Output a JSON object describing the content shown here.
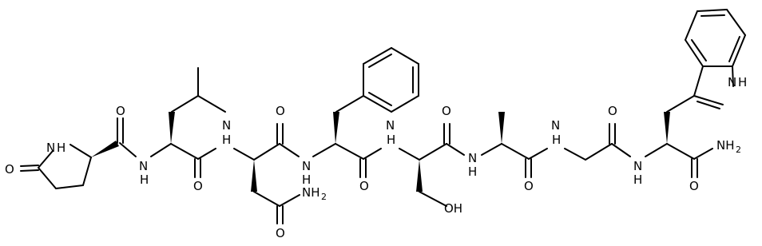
{
  "labels": {
    "o_lactam": "O",
    "nh_ring": "N",
    "h_ring": "H",
    "o_1": "O",
    "n_1": "N",
    "h_1": "H",
    "o_2": "O",
    "n_2": "N",
    "h_2": "H",
    "o_3": "O",
    "nh2_asn": "NH",
    "sub2_asn": "2",
    "o_asn": "O",
    "n_3": "N",
    "h_3": "H",
    "o_4": "O",
    "n_4": "N",
    "h_4": "H",
    "o_5": "O",
    "oh_ser": "OH",
    "n_5": "N",
    "h_5": "H",
    "o_6": "O",
    "n_6": "N",
    "h_6": "H",
    "o_7": "O",
    "n_7": "N",
    "h_7": "H",
    "nh2_term": "NH",
    "sub2_term": "2",
    "o_term": "O",
    "n_indole": "N",
    "h_indole": "H"
  }
}
